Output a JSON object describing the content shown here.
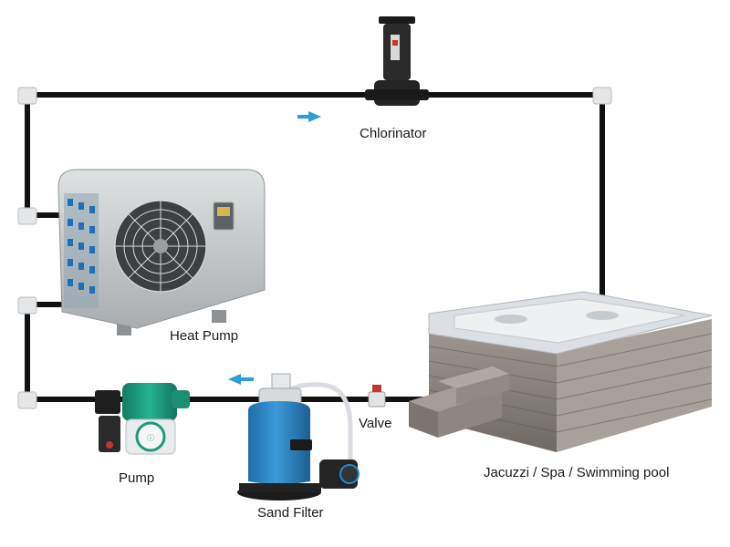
{
  "labels": {
    "chlorinator": "Chlorinator",
    "heat_pump": "Heat Pump",
    "pump": "Pump",
    "sand_filter": "Sand Filter",
    "valve": "Valve",
    "pool": "Jacuzzi / Spa / Swimming pool"
  },
  "colors": {
    "pipe": "#111111",
    "flow_arrow": "#2a9fd8",
    "heat_pump_body": "#c9cccd",
    "pump_green": "#1c9a7c",
    "filter_blue": "#2a86c8",
    "spa_shell": "#dcdfe3",
    "spa_cabinet": "#8e8882"
  },
  "icons": {
    "flow_top": "arrow-right-icon",
    "flow_bottom": "arrow-left-icon"
  }
}
